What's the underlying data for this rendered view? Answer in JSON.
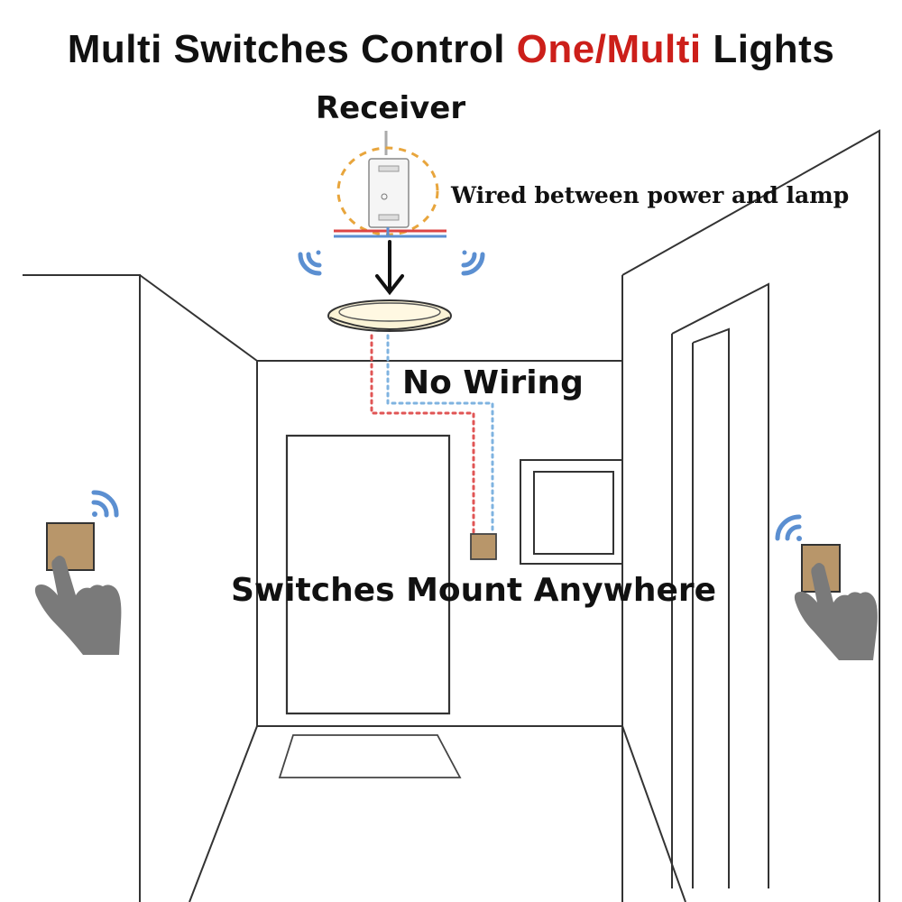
{
  "title": {
    "part1": "Multi Switches Control ",
    "accent": "One/Multi",
    "part2": " Lights"
  },
  "labels": {
    "receiver": "Receiver",
    "wired": "Wired between power and lamp",
    "no_wiring": "No Wiring",
    "switches_mount": "Switches Mount Anywhere"
  },
  "colors": {
    "title_accent": "#cc1f1a",
    "signal_blue": "#5b8fd1",
    "switch_plate": "#b8966a",
    "hand": "#7a7a7a",
    "dotted_red": "#e05555",
    "dotted_blue": "#7fb3e0"
  }
}
